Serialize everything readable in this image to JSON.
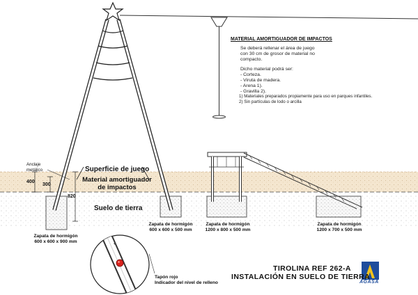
{
  "title": {
    "line1": "TIROLINA REF 262-A",
    "line2": "INSTALACIÓN EN SUELO DE TIERRA"
  },
  "logo_text": "AGASA",
  "notes": {
    "heading": "MATERIAL AMORTIGUADOR DE IMPACTOS",
    "p1": [
      "Se deberá rellenar el área de juego",
      "con 30 cm de grosor de material no",
      "compacto."
    ],
    "p2": [
      "Dicho material podrá ser:",
      "-  Corteza.",
      "-  Viruta de madera.",
      "-  Arena 1).",
      "-  Gravilla 2)."
    ],
    "footnotes": [
      "1) Materiales preparados propiamente para uso en parques infantiles.",
      "2) Sin partículas de lodo o arcilla"
    ]
  },
  "layers": {
    "surface": "Superficie de juego",
    "material_line1": "Material amortiguador",
    "material_line2": "de impactos",
    "soil": "Suelo de tierra"
  },
  "dimensions": {
    "d400": "400",
    "d300": "300",
    "d820": "820"
  },
  "labels": {
    "anchor_line1": "Anclaje",
    "anchor_line2": "metálico",
    "plug_line1": "Tapón rojo",
    "plug_line2": "Indicador del nivel de relleno"
  },
  "footings": [
    {
      "name": "Zapata de hormigón",
      "size": "600 x 600 x 900 mm"
    },
    {
      "name": "Zapata de hormigón",
      "size": "600 x 600 x 500 mm"
    },
    {
      "name": "Zapata de hormigón",
      "size": "1200 x 800 x 500 mm"
    },
    {
      "name": "Zapata de hormigón",
      "size": "1200 x 700 x 500 mm"
    }
  ]
}
